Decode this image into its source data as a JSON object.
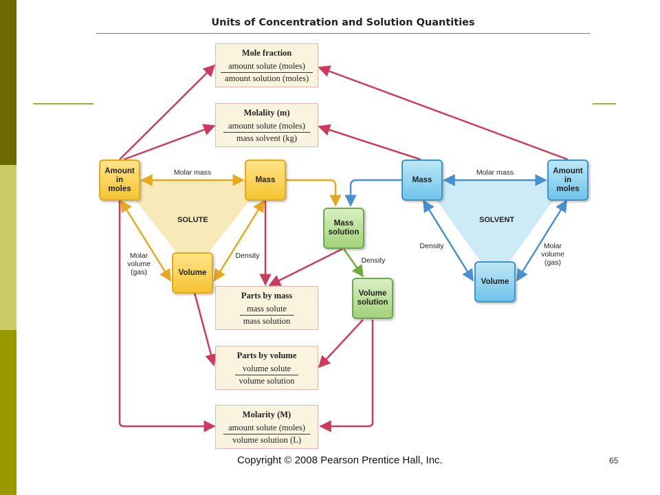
{
  "title": "Units of Concentration and Solution Quantities",
  "formulas": {
    "mole_fraction": {
      "title": "Mole fraction",
      "numerator": "amount solute (moles)",
      "denominator": "amount solution (moles)"
    },
    "molality": {
      "title": "Molality (m)",
      "numerator": "amount solute (moles)",
      "denominator": "mass solvent (kg)"
    },
    "parts_by_mass": {
      "title": "Parts by mass",
      "numerator": "mass solute",
      "denominator": "mass solution"
    },
    "parts_by_volume": {
      "title": "Parts by volume",
      "numerator": "volume solute",
      "denominator": "volume solution"
    },
    "molarity": {
      "title": "Molarity (M)",
      "numerator": "amount solute (moles)",
      "denominator": "volume solution (L)"
    }
  },
  "nodes": {
    "solute_amount": "Amount\nin\nmoles",
    "solute_mass": "Mass",
    "solute_volume": "Volume",
    "mass_solution": "Mass\nsolution",
    "volume_solution": "Volume\nsolution",
    "solvent_mass": "Mass",
    "solvent_amount": "Amount\nin\nmoles",
    "solvent_volume": "Volume"
  },
  "edge_labels": {
    "molar_mass_solute": "Molar mass",
    "molar_mass_solvent": "Molar mass",
    "density_solute": "Density",
    "density_solution": "Density",
    "density_solvent": "Density",
    "molar_volume_solute": "Molar\nvolume\n(gas)",
    "molar_volume_solvent": "Molar\nvolume\n(gas)"
  },
  "regions": {
    "solute": "SOLUTE",
    "solvent": "SOLVENT"
  },
  "footer": "Copyright © 2008 Pearson Prentice Hall, Inc.",
  "page_number": "65",
  "colors": {
    "red_arrow": "#cc3b5e",
    "yellow_arrow": "#e6a81c",
    "blue_arrow": "#4a90cf",
    "green_arrow": "#6aaa3a",
    "solute_fill": "#f8eab8",
    "solvent_fill": "#cdeaf7"
  }
}
